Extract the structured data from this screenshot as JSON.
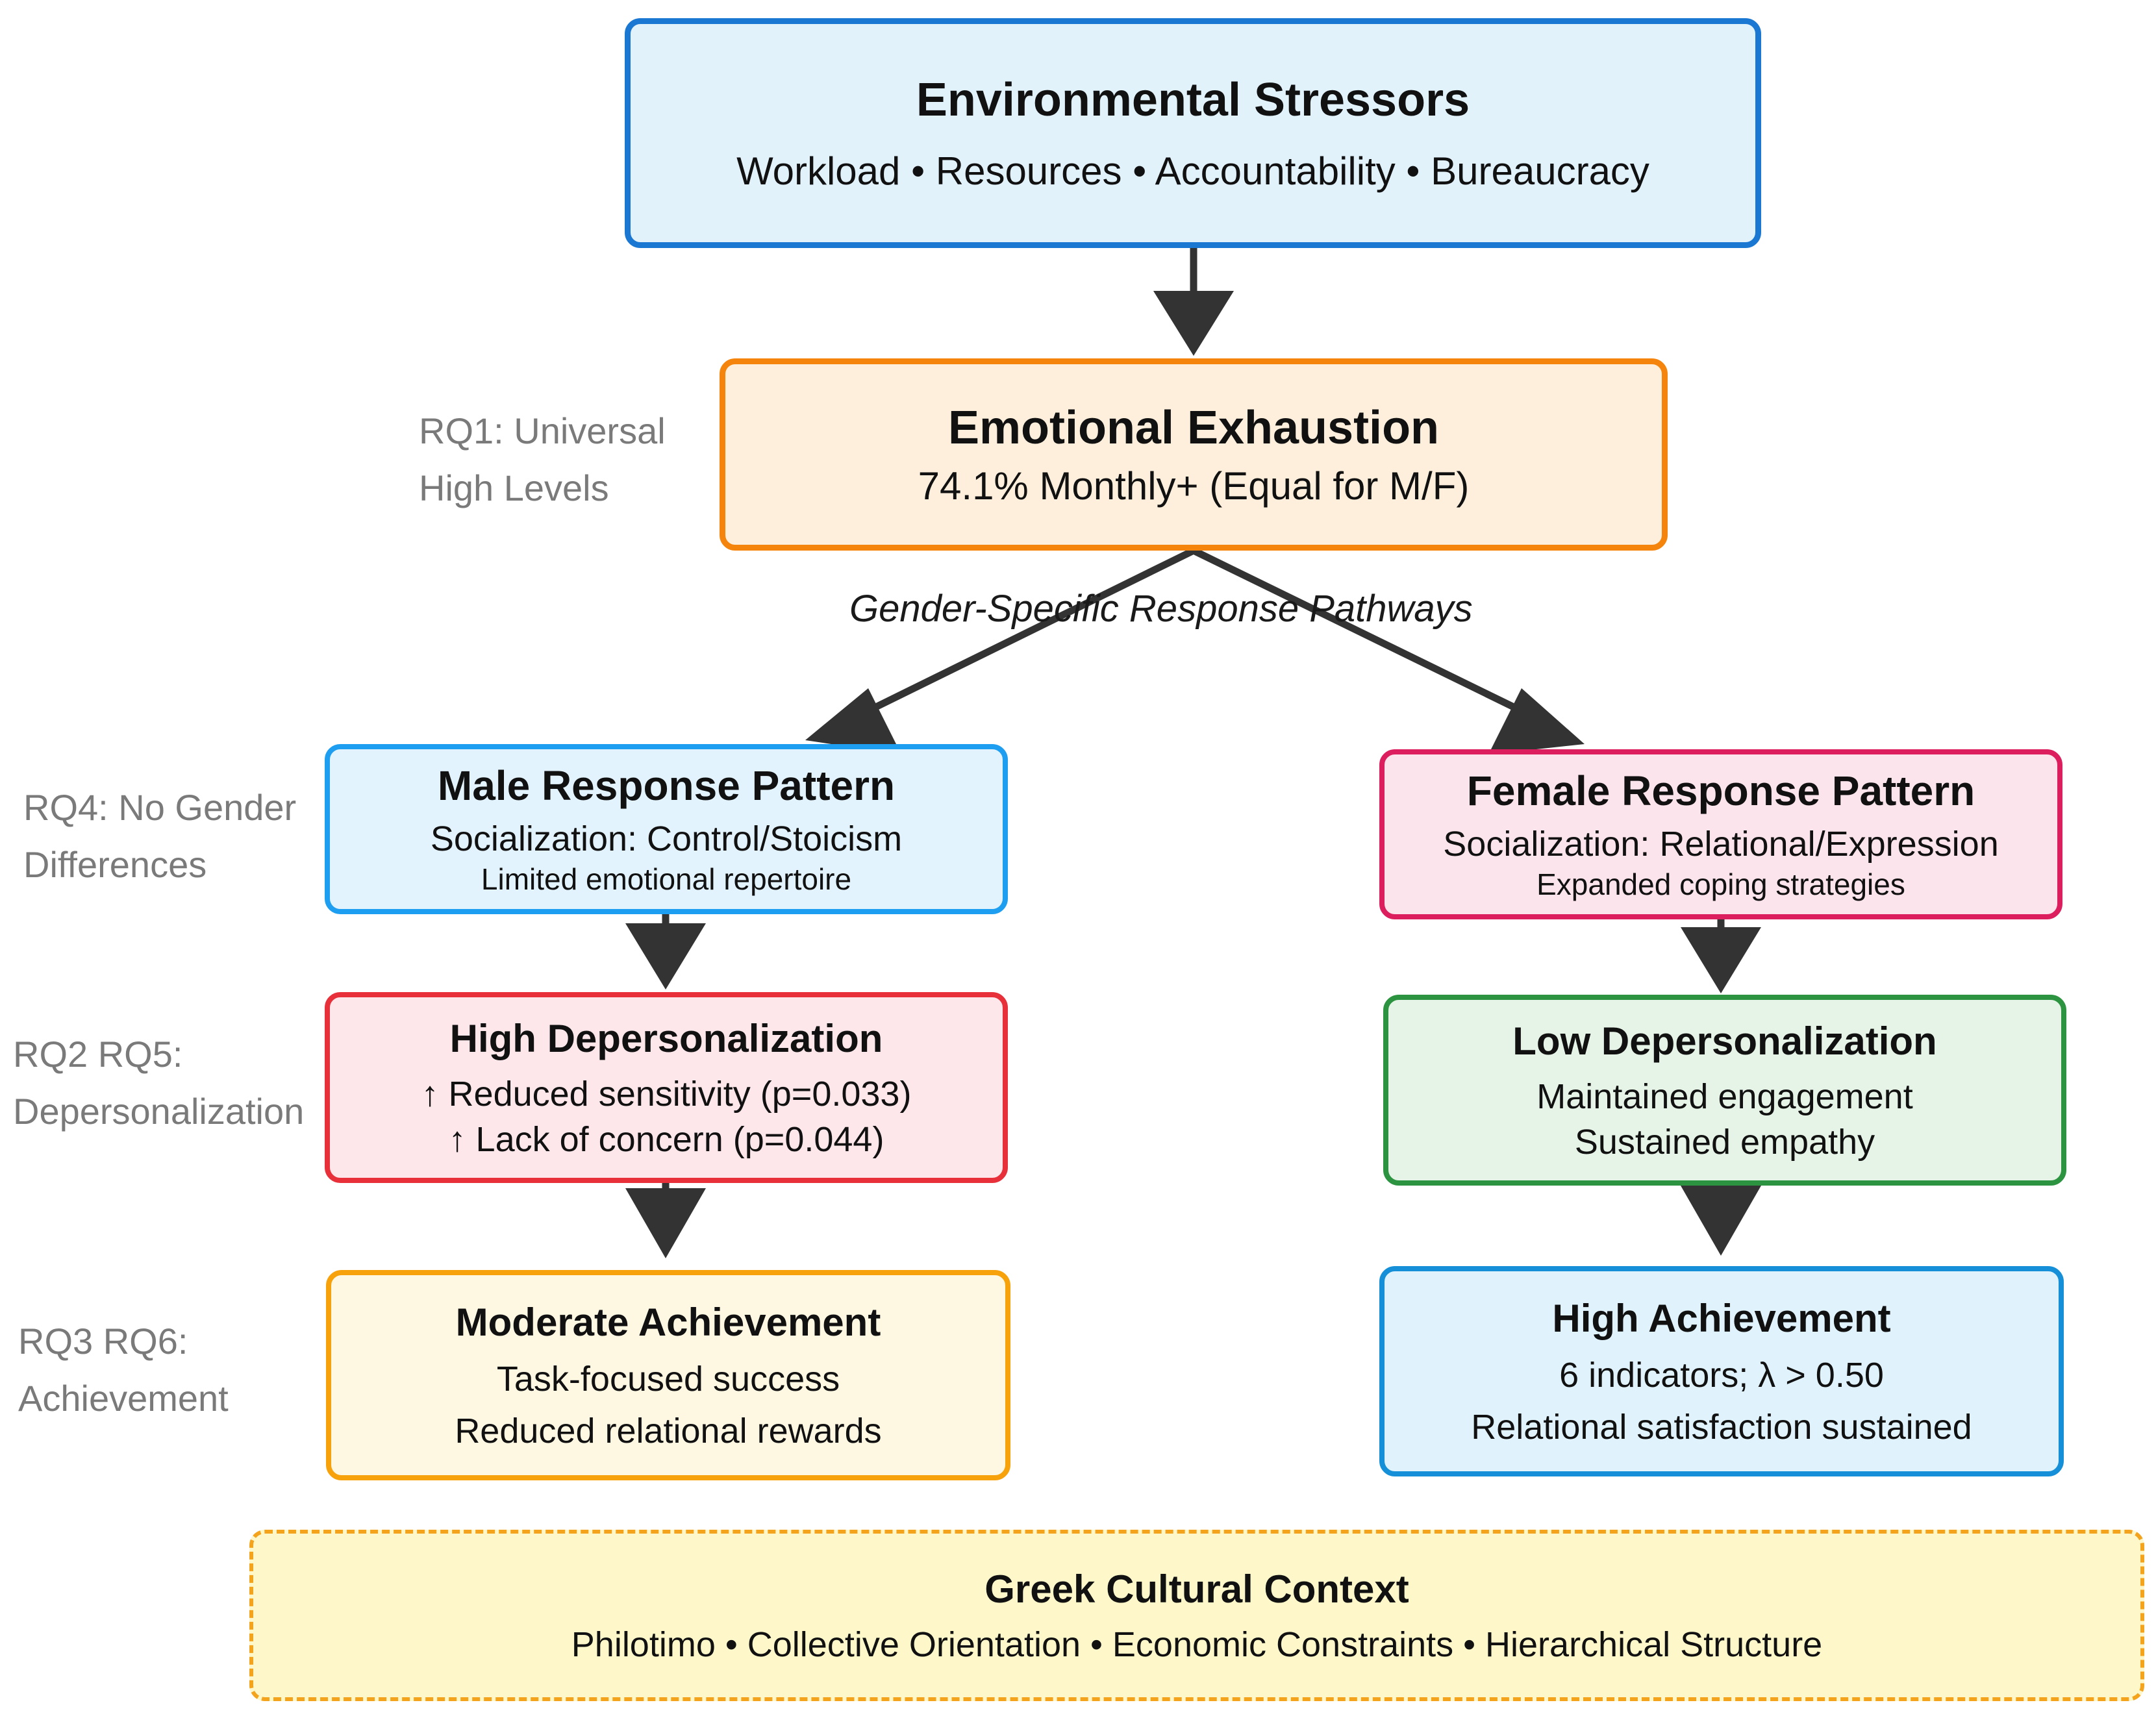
{
  "colors": {
    "stressors": {
      "border": "#1a77d2",
      "fill": "#e1f2fb"
    },
    "exhaustion": {
      "border": "#f5840c",
      "fill": "#fdefdc"
    },
    "male": {
      "border": "#1e9ef0",
      "fill": "#e2f3fd"
    },
    "female": {
      "border": "#dc1d5e",
      "fill": "#fbe4ec"
    },
    "high_dep": {
      "border": "#e8303a",
      "fill": "#fde7ea"
    },
    "low_dep": {
      "border": "#2c9440",
      "fill": "#e6f3e7"
    },
    "mod_ach": {
      "border": "#f7a10b",
      "fill": "#fef7e2"
    },
    "high_ach": {
      "border": "#1590d8",
      "fill": "#e0f3fc"
    },
    "greek": {
      "border": "#f4a31c",
      "fill": "#fdf7c9"
    },
    "arrow": "#333333",
    "side_label": "#7a7a7a"
  },
  "stressors": {
    "title": "Environmental Stressors",
    "subtitle": "Workload • Resources • Accountability • Bureaucracy"
  },
  "exhaustion": {
    "title": "Emotional Exhaustion",
    "subtitle": "74.1% Monthly+ (Equal for M/F)"
  },
  "pathway_label": "Gender-Specific Response Pathways",
  "male": {
    "title": "Male Response Pattern",
    "line1": "Socialization: Control/Stoicism",
    "line2": "Limited emotional repertoire"
  },
  "female": {
    "title": "Female Response Pattern",
    "line1": "Socialization: Relational/Expression",
    "line2": "Expanded coping strategies"
  },
  "high_dep": {
    "title": "High Depersonalization",
    "line1": "↑ Reduced sensitivity (p=0.033)",
    "line2": "↑ Lack of concern (p=0.044)"
  },
  "low_dep": {
    "title": "Low Depersonalization",
    "line1": "Maintained engagement",
    "line2": "Sustained empathy"
  },
  "mod_ach": {
    "title": "Moderate Achievement",
    "line1": "Task-focused success",
    "line2": "Reduced relational rewards"
  },
  "high_ach": {
    "title": "High Achievement",
    "line1": "6 indicators; λ > 0.50",
    "line2": "Relational satisfaction sustained"
  },
  "greek": {
    "title": "Greek Cultural Context",
    "subtitle": "Philotimo • Collective Orientation • Economic Constraints • Hierarchical Structure"
  },
  "side_labels": {
    "rq1": {
      "line1": "RQ1: Universal",
      "line2": "High Levels"
    },
    "rq4": {
      "line1": "RQ4: No Gender",
      "line2": "Differences"
    },
    "rq25": {
      "line1": "RQ2 RQ5:",
      "line2": "Depersonalization"
    },
    "rq36": {
      "line1": "RQ3 RQ6:",
      "line2": "Achievement"
    }
  }
}
